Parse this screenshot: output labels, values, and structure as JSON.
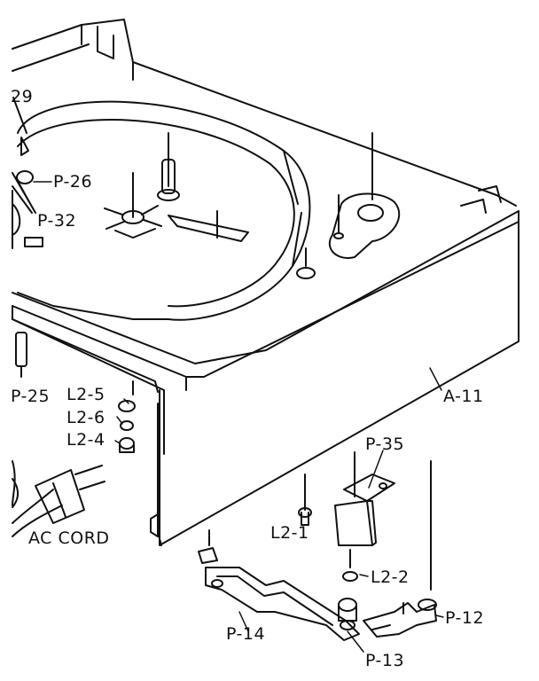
{
  "labels": {
    "p29": "29",
    "p26": "P-26",
    "p32": "P-32",
    "p25": "P-25",
    "l2_5": "L2-5",
    "l2_6": "L2-6",
    "l2_4": "L2-4",
    "ac_cord": "AC CORD",
    "a11": "A-11",
    "p35": "P-35",
    "l2_1": "L2-1",
    "l2_2": "L2-2",
    "p12": "P-12",
    "p14": "P-14",
    "p13": "P-13"
  }
}
